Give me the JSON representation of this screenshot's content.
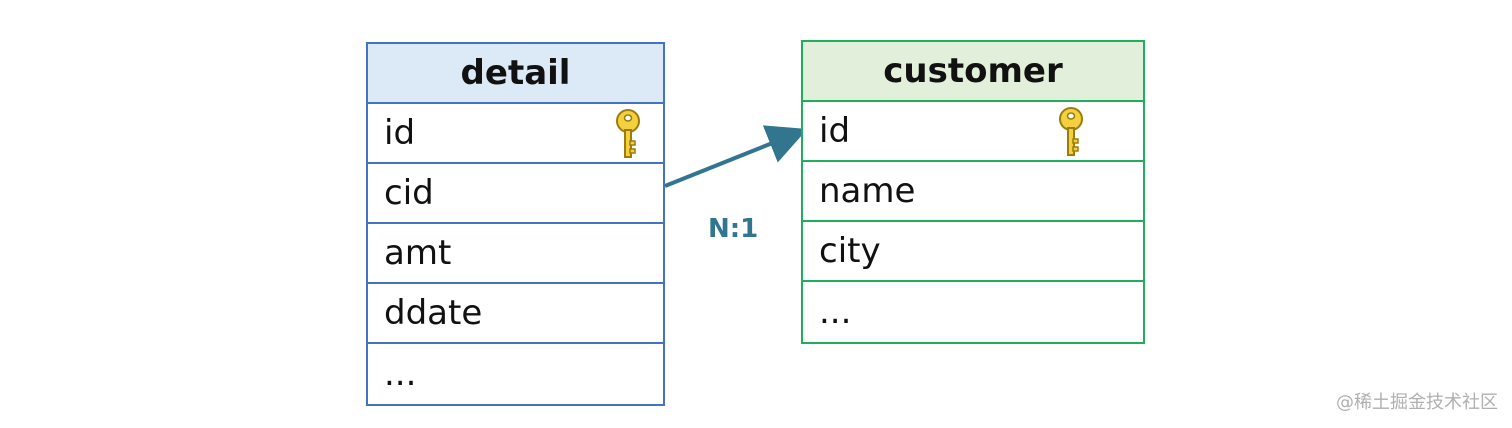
{
  "tables": {
    "detail": {
      "title": "detail",
      "fields": [
        "id",
        "cid",
        "amt",
        "ddate",
        "..."
      ],
      "primary_key": "id",
      "border_color": "#4472c4",
      "header_fill": "#dce9f6"
    },
    "customer": {
      "title": "customer",
      "fields": [
        "id",
        "name",
        "city",
        "..."
      ],
      "primary_key": "id",
      "border_color": "#1fae5b",
      "header_fill": "#e2efda"
    }
  },
  "relationship": {
    "from": "detail.cid",
    "to": "customer.id",
    "label": "N:1",
    "color": "#31758f"
  },
  "icons": {
    "primary_key": "key-icon"
  },
  "watermark": "@稀土掘金技术社区"
}
